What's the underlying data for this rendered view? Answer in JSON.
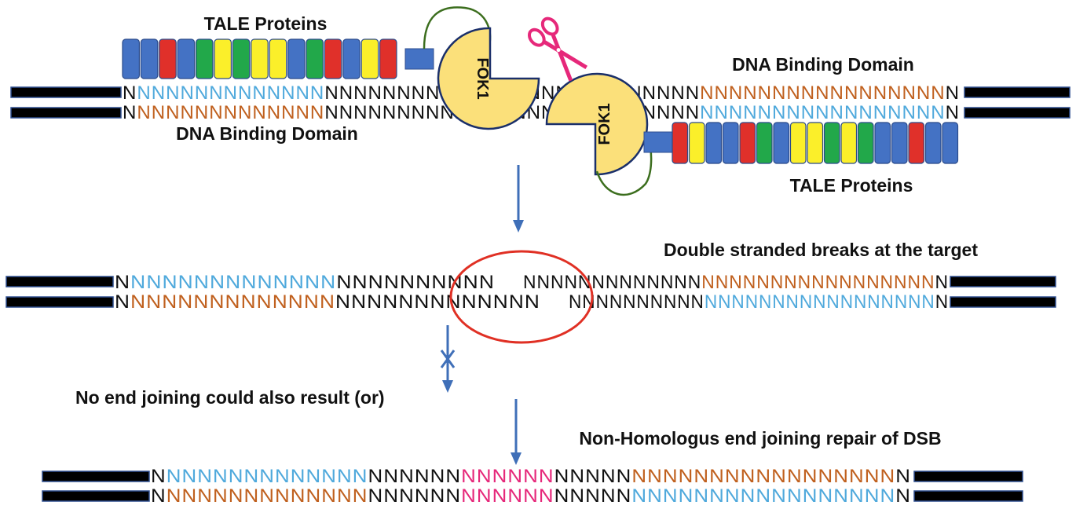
{
  "colors": {
    "blue_n": "#4fa9dc",
    "orange_n": "#c0601e",
    "black_n": "#111111",
    "magenta_n": "#e6287a",
    "module_blue": "#4472c4",
    "module_red": "#e0302a",
    "module_green": "#22a84a",
    "module_yellow": "#fbef2a",
    "fok_yellow": "#fbe07a",
    "break_ring": "#e03024",
    "arrow": "#3f6fb8",
    "scissors": "#e6287a"
  },
  "labels": {
    "tale_left": "TALE Proteins",
    "dbd_left": "DNA Binding Domain",
    "dbd_right": "DNA Binding Domain",
    "tale_right": "TALE Proteins",
    "fok_left": "FOK1",
    "fok_right": "FOK1",
    "dsb": "Double stranded breaks at the target",
    "no_end": "No end joining could also result (or)",
    "nhej": "Non-Homologus end joining repair of DSB"
  },
  "sequences": {
    "r1_top": [
      {
        "t": "N",
        "c": "black_n"
      },
      {
        "t": "NNNNNNNNNNNNN",
        "c": "blue_n"
      },
      {
        "t": "NNNNNNNNNNNNNNNNNNNNNNNNNN",
        "c": "black_n"
      },
      {
        "t": "NNNNNNNNNNNNNNNNN",
        "c": "orange_n"
      },
      {
        "t": "N",
        "c": "black_n"
      }
    ],
    "r1_bot": [
      {
        "t": "N",
        "c": "black_n"
      },
      {
        "t": "NNNNNNNNNNNNN",
        "c": "orange_n"
      },
      {
        "t": "NNNNNNNNNNNNNNNNNNNNNNNNNN",
        "c": "black_n"
      },
      {
        "t": "NNNNNNNNNNNNNNNNN",
        "c": "blue_n"
      },
      {
        "t": "N",
        "c": "black_n"
      }
    ],
    "r2_top_left": [
      {
        "t": "N",
        "c": "black_n"
      },
      {
        "t": "NNNNNNNNNNNNN",
        "c": "blue_n"
      },
      {
        "t": "NNNNNNNNNN",
        "c": "black_n"
      }
    ],
    "r2_top_right": [
      {
        "t": "NNNNNNNNNNNNN",
        "c": "black_n"
      },
      {
        "t": "NNNNNNNNNNNNNNNNN",
        "c": "orange_n"
      },
      {
        "t": "N",
        "c": "black_n"
      }
    ],
    "r2_bot_left": [
      {
        "t": "N",
        "c": "black_n"
      },
      {
        "t": "NNNNNNNNNNNNN",
        "c": "orange_n"
      },
      {
        "t": "NNNNNNNNNNNNN",
        "c": "black_n"
      }
    ],
    "r2_bot_right": [
      {
        "t": "NNNNNNNNNN",
        "c": "black_n"
      },
      {
        "t": "NNNNNNNNNNNNNNNNN",
        "c": "blue_n"
      },
      {
        "t": "N",
        "c": "black_n"
      }
    ],
    "r3_top": [
      {
        "t": "N",
        "c": "black_n"
      },
      {
        "t": "NNNNNNNNNNNNN",
        "c": "blue_n"
      },
      {
        "t": "NNNNNN",
        "c": "black_n"
      },
      {
        "t": "NNNNNN",
        "c": "magenta_n"
      },
      {
        "t": "NNNNN",
        "c": "black_n"
      },
      {
        "t": "NNNNNNNNNNNNNNNNN",
        "c": "orange_n"
      },
      {
        "t": "N",
        "c": "black_n"
      }
    ],
    "r3_bot": [
      {
        "t": "N",
        "c": "black_n"
      },
      {
        "t": "NNNNNNNNNNNNN",
        "c": "orange_n"
      },
      {
        "t": "NNNNNN",
        "c": "black_n"
      },
      {
        "t": "NNNNNN",
        "c": "magenta_n"
      },
      {
        "t": "NNNNN",
        "c": "black_n"
      },
      {
        "t": "NNNNNNNNNNNNNNNNN",
        "c": "blue_n"
      },
      {
        "t": "N",
        "c": "black_n"
      }
    ]
  },
  "tale_modules": {
    "left": [
      "module_blue",
      "module_blue",
      "module_red",
      "module_blue",
      "module_green",
      "module_yellow",
      "module_green",
      "module_yellow",
      "module_yellow",
      "module_blue",
      "module_green",
      "module_red",
      "module_blue",
      "module_yellow",
      "module_red"
    ],
    "right": [
      "module_red",
      "module_yellow",
      "module_blue",
      "module_blue",
      "module_red",
      "module_green",
      "module_blue",
      "module_yellow",
      "module_yellow",
      "module_green",
      "module_yellow",
      "module_green",
      "module_blue",
      "module_blue",
      "module_red",
      "module_blue",
      "module_blue"
    ]
  }
}
